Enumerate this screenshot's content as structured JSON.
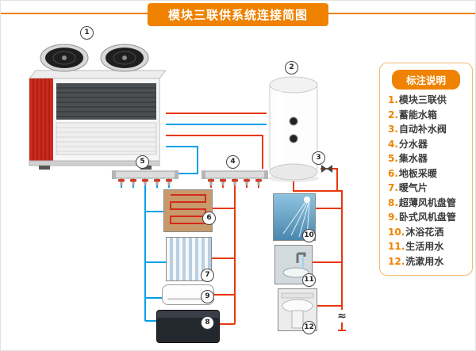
{
  "title": "模块三联供系统连接简图",
  "legend": {
    "header": "标注说明",
    "items": [
      {
        "num": "1.",
        "label": "模块三联供"
      },
      {
        "num": "2.",
        "label": "蓄能水箱"
      },
      {
        "num": "3.",
        "label": "自动补水阀"
      },
      {
        "num": "4.",
        "label": "分水器"
      },
      {
        "num": "5.",
        "label": "集水器"
      },
      {
        "num": "6.",
        "label": "地板采暖"
      },
      {
        "num": "7.",
        "label": "暖气片"
      },
      {
        "num": "8.",
        "label": "超薄风机盘管"
      },
      {
        "num": "9.",
        "label": "卧式风机盘管"
      },
      {
        "num": "10.",
        "label": "沐浴花洒"
      },
      {
        "num": "11.",
        "label": "生活用水"
      },
      {
        "num": "12.",
        "label": "洗漱用水"
      }
    ]
  },
  "markers": [
    "1",
    "2",
    "3",
    "4",
    "5",
    "6",
    "7",
    "8",
    "9",
    "10",
    "11",
    "12"
  ],
  "symbols": {
    "water_inlet": "≈"
  },
  "colors": {
    "accent_orange": "#ef8200",
    "pipe_hot": "#e8380d",
    "pipe_cold": "#00a0e9"
  }
}
